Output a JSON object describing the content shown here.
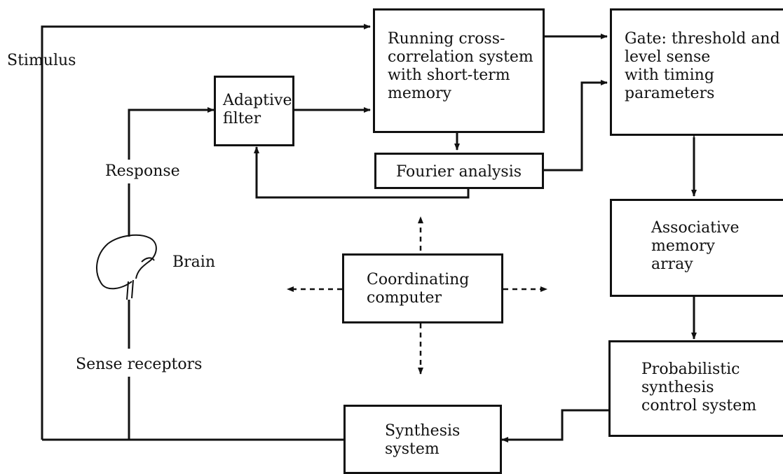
{
  "labels": {
    "stimulus": "Stimulus",
    "response": "Response",
    "brain": "Brain",
    "sense_receptors": "Sense receptors"
  },
  "boxes": {
    "adaptive_filter": "Adaptive\nfilter",
    "cross_correlation": "Running cross-\ncorrelation system\nwith short-term\nmemory",
    "fourier": "Fourier analysis",
    "gate": "Gate: threshold and\nlevel sense\nwith timing\nparameters",
    "associative_memory": "Associative\nmemory\narray",
    "coordinating_computer": "Coordinating\ncomputer",
    "probabilistic_synthesis": "Probabilistic\nsynthesis\ncontrol system",
    "synthesis_system": "Synthesis\nsystem"
  }
}
